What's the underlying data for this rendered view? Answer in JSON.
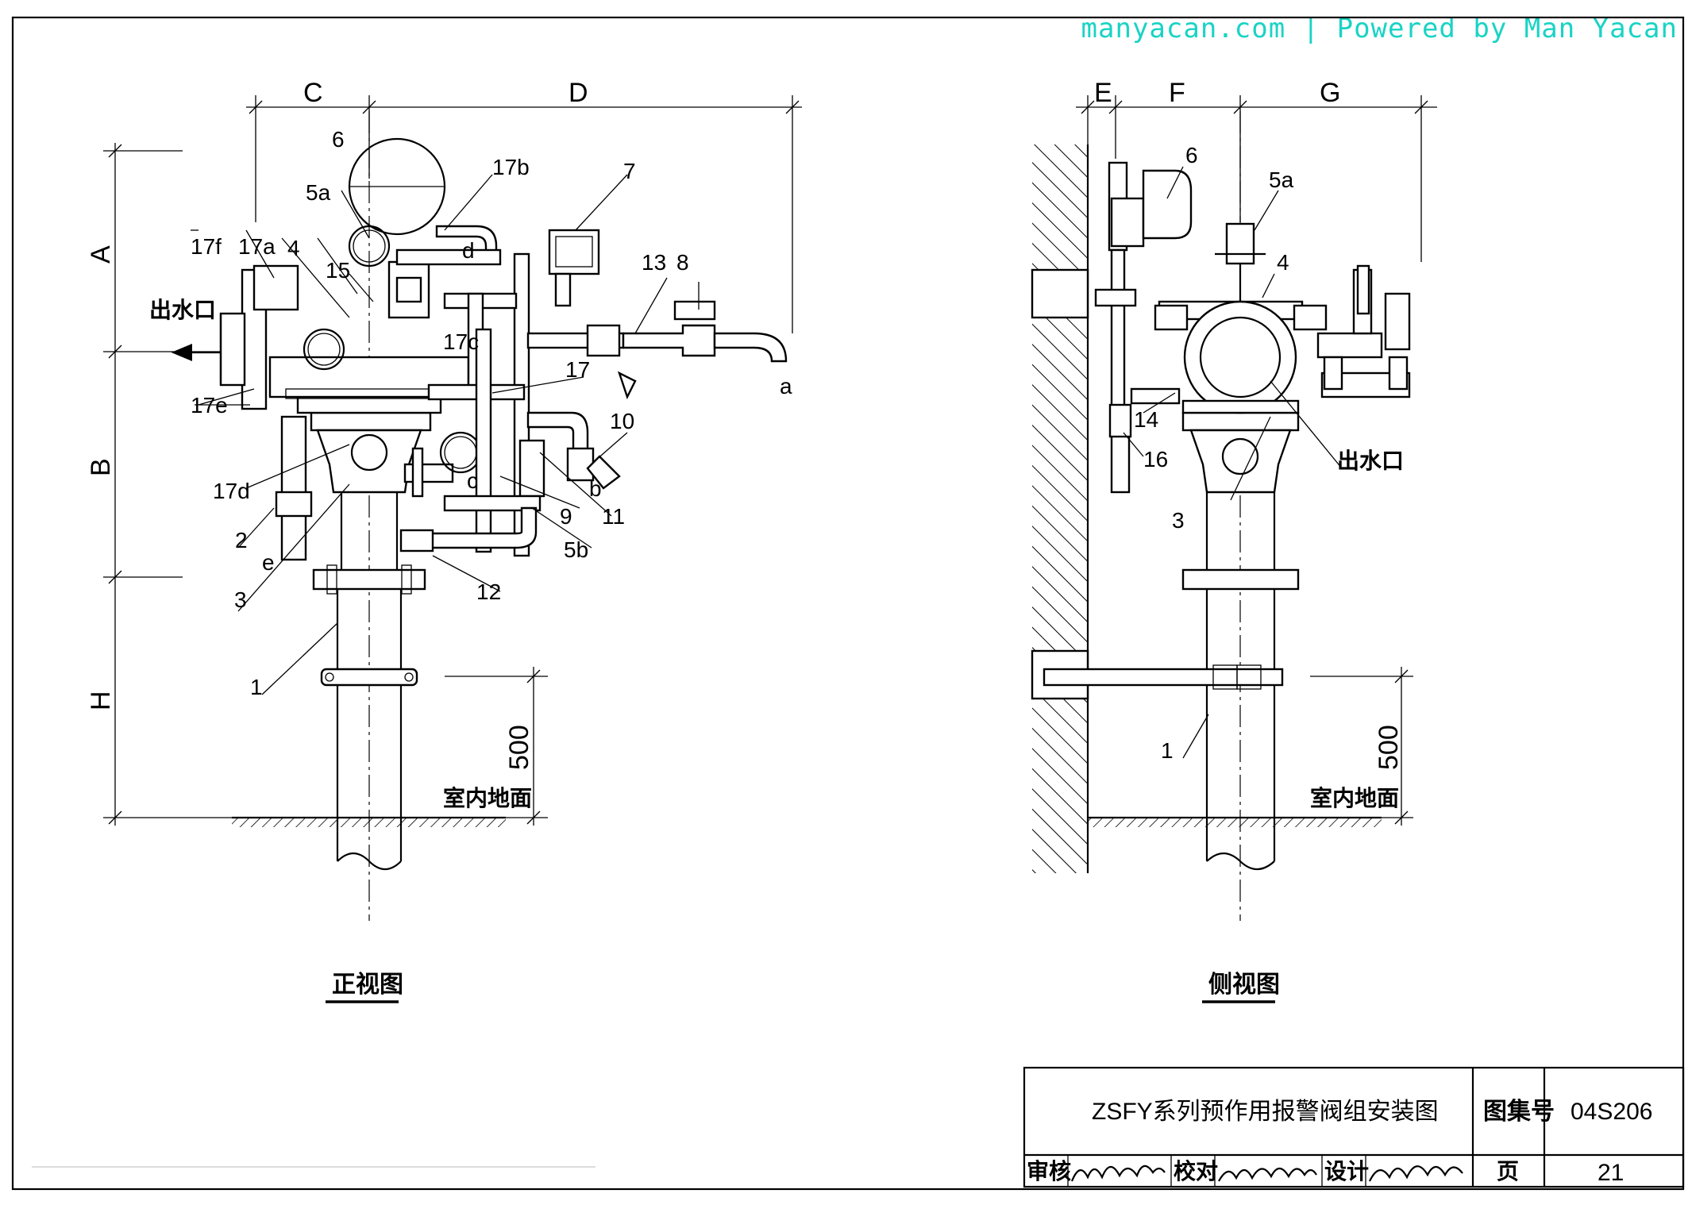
{
  "watermark": "manyacan.com | Powered by Man Yacan",
  "front_view": {
    "caption": "正视图",
    "dims": {
      "A": "A",
      "B": "B",
      "C": "C",
      "D": "D",
      "H": "H",
      "h500": "500"
    },
    "outlet_label": "出水口",
    "floor_label": "室内地面",
    "parts": {
      "p1": "1",
      "p2": "2",
      "p3": "3",
      "p4": "4",
      "p5a": "5a",
      "p5b": "5b",
      "p6": "6",
      "p7": "7",
      "p8": "8",
      "p9": "9",
      "p10": "10",
      "p11": "11",
      "p12": "12",
      "p13": "13",
      "p15": "15",
      "p17": "17",
      "p17a": "17a",
      "p17b": "17b",
      "p17c": "17c",
      "p17d": "17d",
      "p17e": "17e",
      "p17f": "17f",
      "la": "a",
      "lb": "b",
      "lc": "c",
      "ld": "d",
      "le": "e"
    }
  },
  "side_view": {
    "caption": "侧视图",
    "dims": {
      "E": "E",
      "F": "F",
      "G": "G",
      "h500": "500"
    },
    "outlet_label": "出水口",
    "floor_label": "室内地面",
    "parts": {
      "p1": "1",
      "p3": "3",
      "p4": "4",
      "p5a": "5a",
      "p6": "6",
      "p14": "14",
      "p16": "16"
    }
  },
  "title_block": {
    "title": "ZSFY系列预作用报警阀组安装图",
    "atlas_label": "图集号",
    "atlas_no": "04S206",
    "review_label": "审核",
    "check_label": "校对",
    "design_label": "设计",
    "page_label": "页",
    "page_no": "21"
  }
}
